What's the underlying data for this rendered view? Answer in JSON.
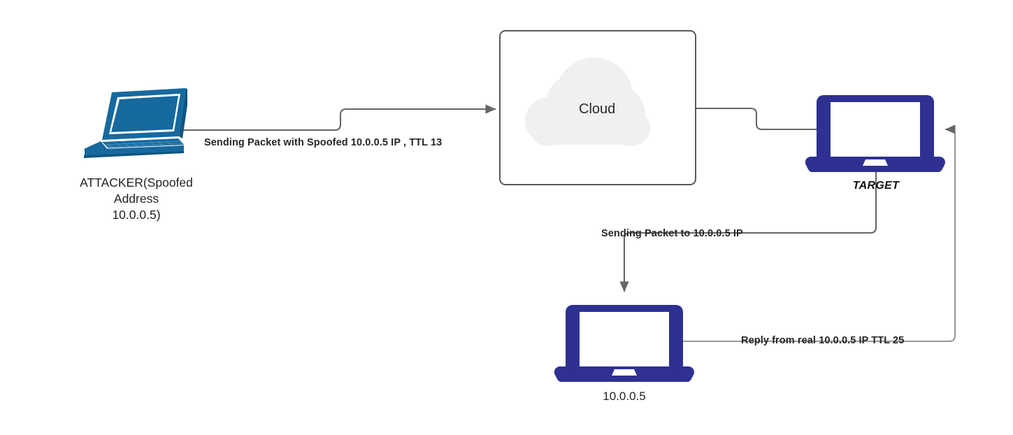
{
  "diagram": {
    "title": "IP Spoofing TTL Reflection Diagram",
    "background": "#ffffff",
    "colors": {
      "attacker_device": "#16699e",
      "navy_device": "#2e3192",
      "wire": "#666666",
      "cloud_fill": "#f0f0f0",
      "cloud_border": "#595959",
      "text": "#262626"
    }
  },
  "nodes": {
    "attacker": {
      "icon": "laptop-isometric-icon",
      "label": "ATTACKER(Spoofed\nAddress\n10.0.0.5)"
    },
    "cloud": {
      "icon": "cloud-icon",
      "label": "Cloud"
    },
    "target": {
      "icon": "laptop-front-icon",
      "label": "TARGET"
    },
    "victim": {
      "icon": "laptop-front-icon",
      "label": "10.0.0.5"
    }
  },
  "edges": [
    {
      "id": "attacker-to-cloud",
      "label": "Sending Packet with Spoofed 10.0.0.5 IP , TTL 13",
      "from": "attacker",
      "to": "cloud",
      "arrow": "end"
    },
    {
      "id": "cloud-to-target",
      "label": "",
      "from": "cloud",
      "to": "target",
      "arrow": "none"
    },
    {
      "id": "target-to-victim",
      "label": "Sending Packet to 10.0.0.5 IP",
      "from": "target",
      "to": "victim",
      "arrow": "end"
    },
    {
      "id": "victim-to-target",
      "label": "Reply from real 10.0.0.5 IP TTL 25",
      "from": "victim",
      "to": "target",
      "arrow": "end"
    }
  ]
}
